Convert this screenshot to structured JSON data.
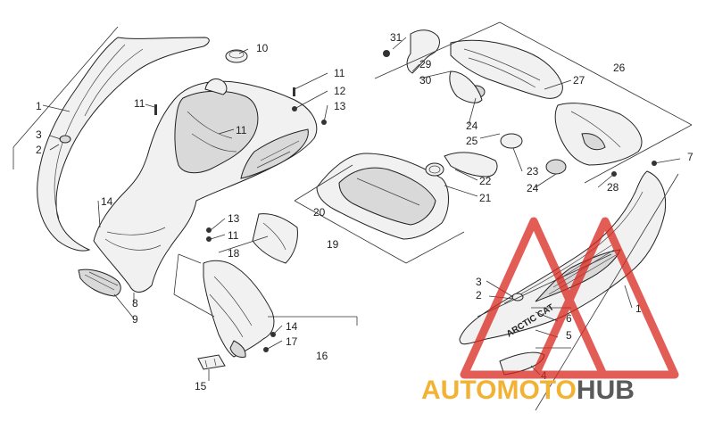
{
  "callouts": {
    "c1_left": "1",
    "c3_left": "3",
    "c2_left": "2",
    "c11_a": "11",
    "c10": "10",
    "c11_b": "11",
    "c12": "12",
    "c13_a": "13",
    "c11_c": "11",
    "c14_a": "14",
    "c13_b": "13",
    "c11_d": "11",
    "c18": "18",
    "c8": "8",
    "c9": "9",
    "c14_b": "14",
    "c17": "17",
    "c16": "16",
    "c15": "15",
    "c31": "31",
    "c29": "29",
    "c30": "30",
    "c24_a": "24",
    "c25": "25",
    "c27": "27",
    "c26": "26",
    "c22": "22",
    "c21": "21",
    "c23": "23",
    "c24_b": "24",
    "c28": "28",
    "c7": "7",
    "c20": "20",
    "c19": "19",
    "c3_right": "3",
    "c2_right": "2",
    "c1_right": "1",
    "c6": "6",
    "c5": "5",
    "c4": "4"
  },
  "decal_text": "ARCTIC CAT",
  "watermark": {
    "part1": "AUTO",
    "part2": "MOTO",
    "part3": "HUB",
    "color_orange": "#f2b233",
    "color_red": "#d9281e",
    "color_gray": "#5a5a5a"
  }
}
